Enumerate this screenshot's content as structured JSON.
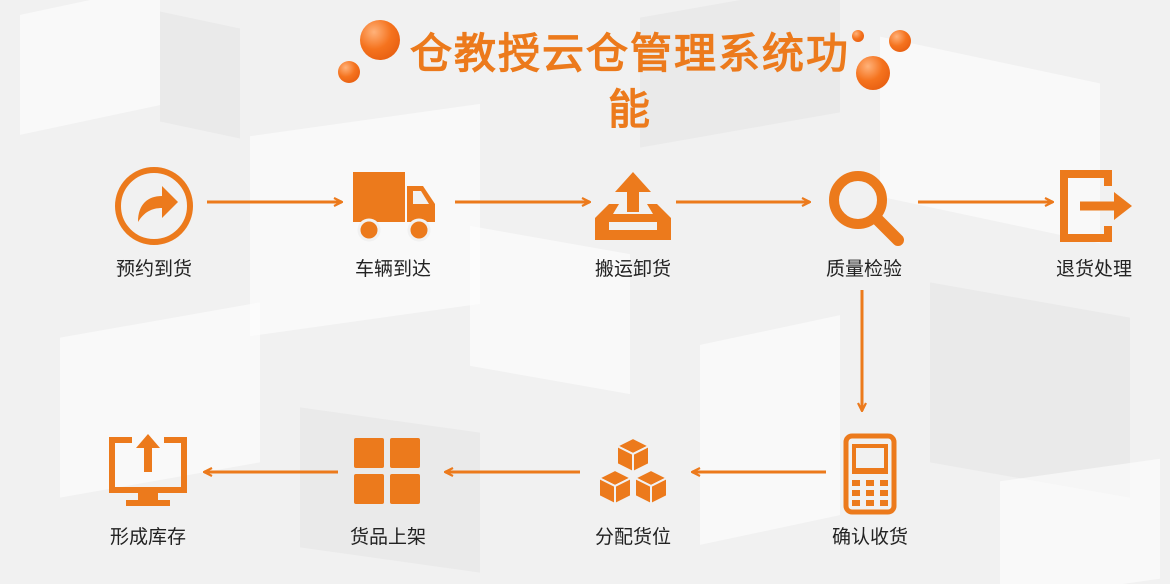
{
  "title": "仓教授云仓管理系统功能",
  "colors": {
    "accent": "#ec7a1c",
    "arrow": "#ec7a1c",
    "text": "#222222"
  },
  "nodes": [
    {
      "id": "appointment",
      "label": "预约到货",
      "icon": "share-arrow-icon"
    },
    {
      "id": "vehicle-arrival",
      "label": "车辆到达",
      "icon": "truck-icon"
    },
    {
      "id": "unloading",
      "label": "搬运卸货",
      "icon": "upload-tray-icon"
    },
    {
      "id": "quality-check",
      "label": "质量检验",
      "icon": "magnifier-icon"
    },
    {
      "id": "return-handling",
      "label": "退货处理",
      "icon": "exit-icon"
    },
    {
      "id": "confirm-receipt",
      "label": "确认收货",
      "icon": "handheld-device-icon"
    },
    {
      "id": "allocate-location",
      "label": "分配货位",
      "icon": "cubes-icon"
    },
    {
      "id": "shelving",
      "label": "货品上架",
      "icon": "grid-icon"
    },
    {
      "id": "inventory-formed",
      "label": "形成库存",
      "icon": "monitor-upload-icon"
    }
  ],
  "edges": [
    [
      "appointment",
      "vehicle-arrival"
    ],
    [
      "vehicle-arrival",
      "unloading"
    ],
    [
      "unloading",
      "quality-check"
    ],
    [
      "quality-check",
      "return-handling"
    ],
    [
      "quality-check",
      "confirm-receipt"
    ],
    [
      "confirm-receipt",
      "allocate-location"
    ],
    [
      "allocate-location",
      "shelving"
    ],
    [
      "shelving",
      "inventory-formed"
    ]
  ]
}
